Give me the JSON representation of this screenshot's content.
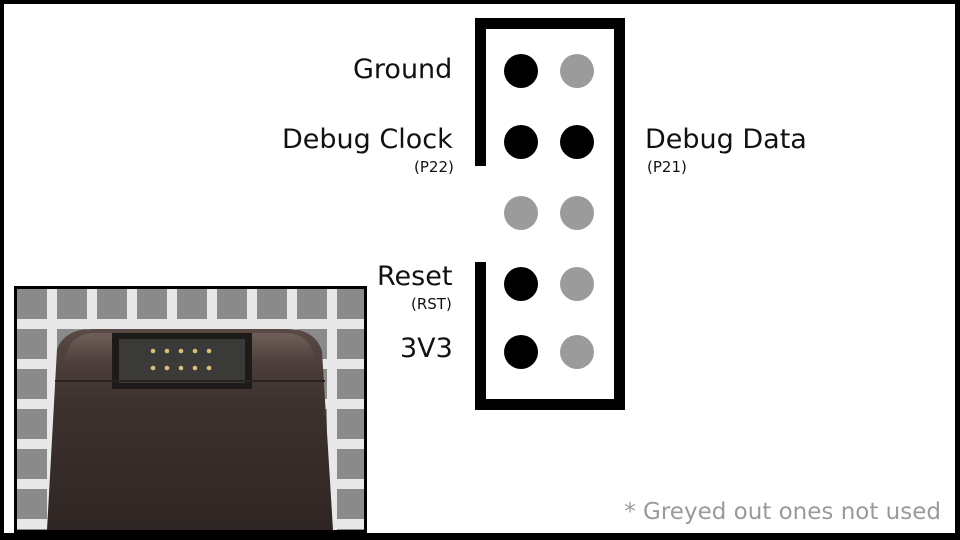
{
  "labels": {
    "ground": "Ground",
    "debug_clock": "Debug Clock",
    "debug_clock_pin": "(P22)",
    "debug_data": "Debug Data",
    "debug_data_pin": "(P21)",
    "reset": "Reset",
    "reset_pin": "(RST)",
    "power": "3V3"
  },
  "note": "* Greyed out ones not used",
  "pins": {
    "rows": [
      {
        "left": "used",
        "right": "unused"
      },
      {
        "left": "used",
        "right": "used"
      },
      {
        "left": "unused",
        "right": "unused"
      },
      {
        "left": "used",
        "right": "unused"
      },
      {
        "left": "used",
        "right": "unused"
      }
    ]
  },
  "colors": {
    "used": "#000000",
    "unused": "#9b9b9b",
    "note": "#9a9a9a",
    "background": "#ffffff",
    "border": "#000000"
  },
  "icons": [
    "connector-photo-icon"
  ]
}
